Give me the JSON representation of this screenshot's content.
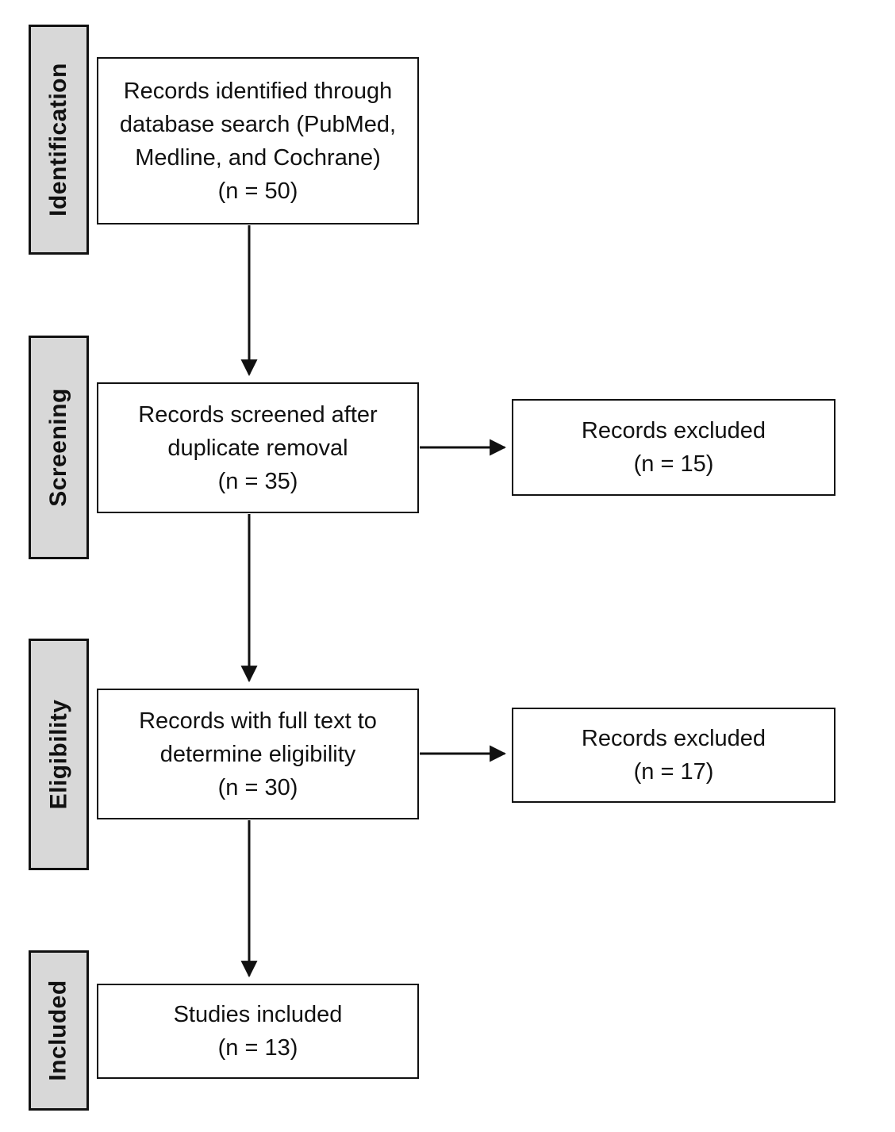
{
  "stages": [
    {
      "label": "Identification"
    },
    {
      "label": "Screening"
    },
    {
      "label": "Eligibility"
    },
    {
      "label": "Included"
    }
  ],
  "boxes": {
    "identified": {
      "lines": [
        "Records identified through",
        "database search (PubMed,",
        "Medline, and Cochrane)",
        "(n = 50)"
      ]
    },
    "screened": {
      "lines": [
        "Records screened after",
        "duplicate removal",
        "(n = 35)"
      ]
    },
    "fulltext": {
      "lines": [
        "Records with full text to",
        "determine eligibility",
        "(n = 30)"
      ]
    },
    "included": {
      "lines": [
        "Studies included",
        "(n = 13)"
      ]
    },
    "excluded_screening": {
      "lines": [
        "Records excluded",
        "(n = 15)"
      ]
    },
    "excluded_eligibility": {
      "lines": [
        "Records excluded",
        "(n = 17)"
      ]
    }
  },
  "colors": {
    "stage_fill": "#d8d8d8",
    "line_and_border": "#111111",
    "background": "#ffffff"
  }
}
